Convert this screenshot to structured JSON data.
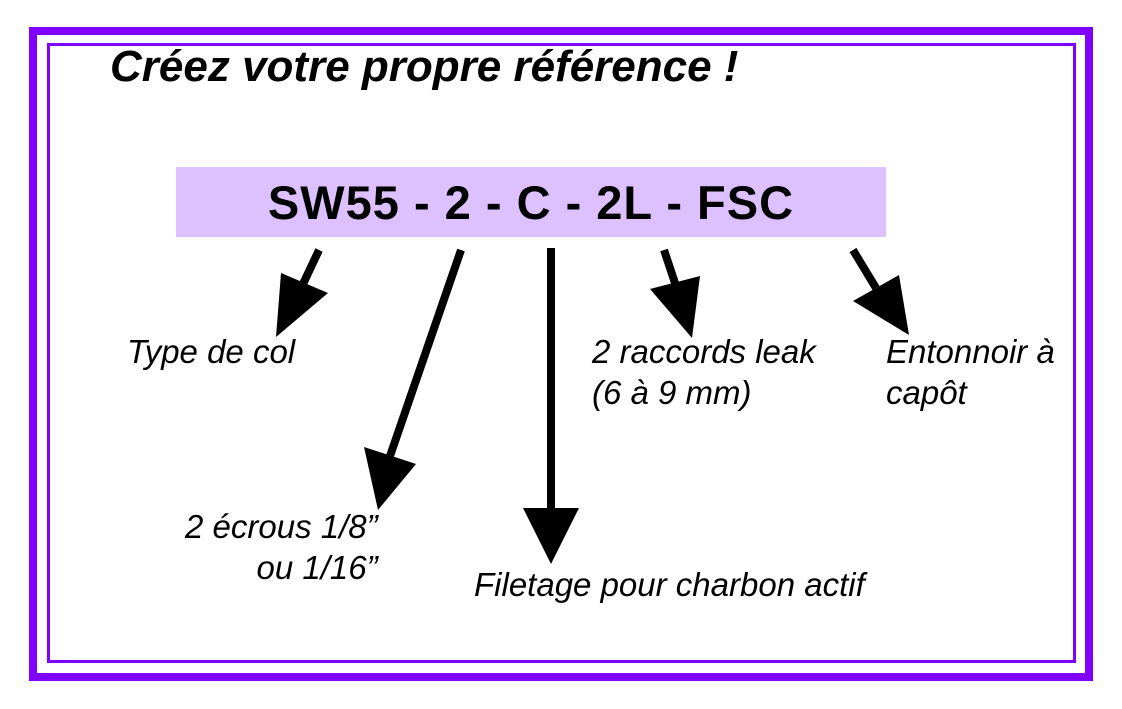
{
  "title": "Créez votre propre référence !",
  "reference_code": "SW55 - 2 - C - 2L - FSC",
  "labels": {
    "neck_type": "Type de col",
    "nuts_line1": "2 écrous 1/8”",
    "nuts_line2": "ou 1/16”",
    "thread": "Filetage pour charbon actif",
    "leak_line1": "2 raccords leak",
    "leak_line2": "(6 à 9 mm)",
    "funnel_line1": "Entonnoir à",
    "funnel_line2": "capôt"
  },
  "colors": {
    "frame": "#8000ff",
    "code_background": "#ddc0ff",
    "text": "#000000"
  }
}
